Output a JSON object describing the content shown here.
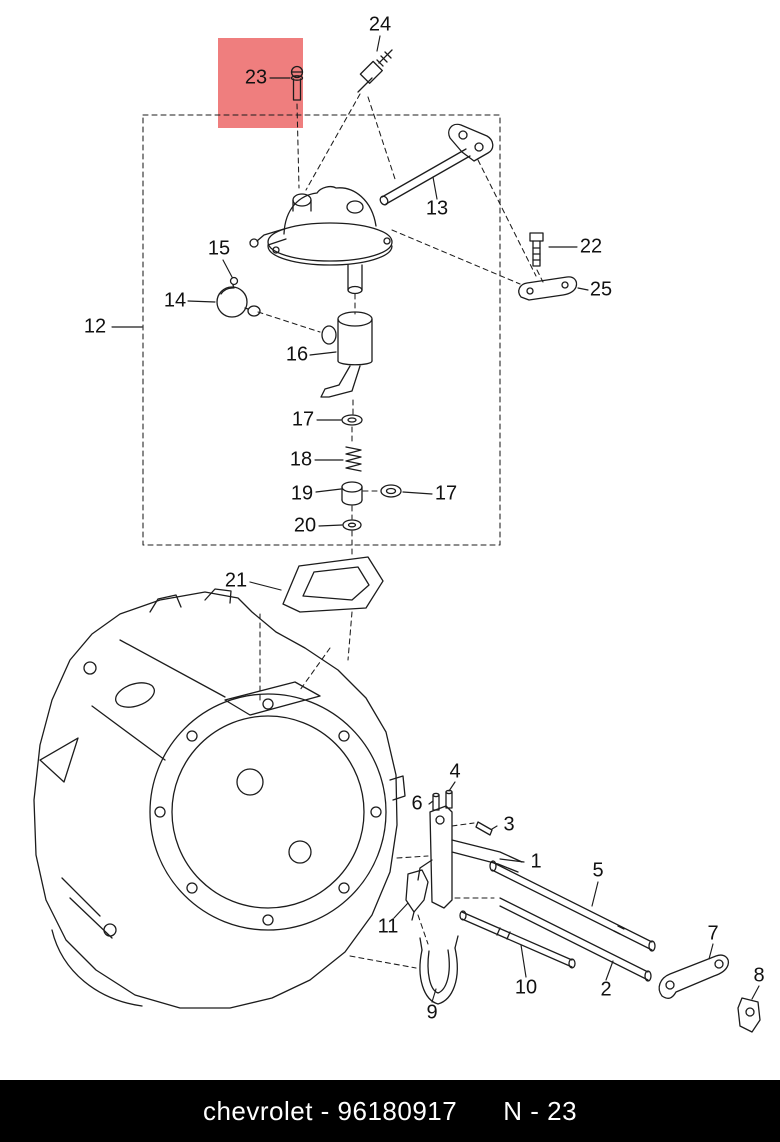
{
  "page": {
    "background": "#ffffff"
  },
  "highlight": {
    "color": "#ef7e7e",
    "highlighted_part": "23"
  },
  "callouts": {
    "n1": "1",
    "n2": "2",
    "n3": "3",
    "n4": "4",
    "n5": "5",
    "n6": "6",
    "n7": "7",
    "n8": "8",
    "n9": "9",
    "n10": "10",
    "n11": "11",
    "n12": "12",
    "n13": "13",
    "n14": "14",
    "n15": "15",
    "n16": "16",
    "n17a": "17",
    "n17b": "17",
    "n18": "18",
    "n19": "19",
    "n20": "20",
    "n21": "21",
    "n22": "22",
    "n23": "23",
    "n24": "24",
    "n25": "25"
  },
  "footer": {
    "part_text": "chevrolet - 96180917",
    "page_ref": "N - 23",
    "background": "#000000",
    "text_color": "#ffffff"
  }
}
